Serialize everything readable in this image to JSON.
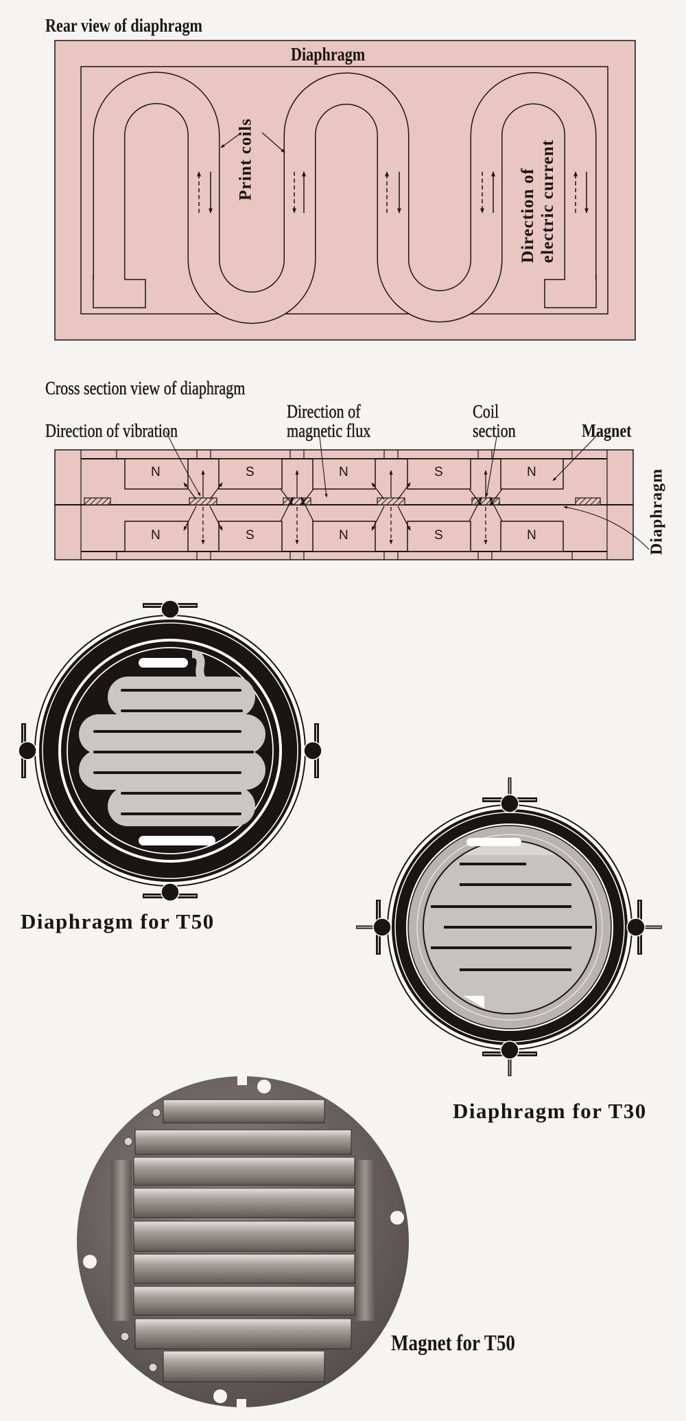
{
  "rear_view": {
    "title": "Rear view of diaphragm",
    "diaphragm_label": "Diaphragm",
    "print_coils_label": "Print coils",
    "current_label_line1": "Direction of",
    "current_label_line2": "electric current"
  },
  "cross_section": {
    "title": "Cross section view of diaphragm",
    "vibration_label": "Direction of vibration",
    "flux_label_line1": "Direction of",
    "flux_label_line2": "magnetic flux",
    "coil_label_line1": "Coil",
    "coil_label_line2": "section",
    "magnet_label": "Magnet",
    "diaphragm_label": "Diaphragm",
    "top_poles": [
      "N",
      "S",
      "N",
      "S",
      "N"
    ],
    "bottom_poles": [
      "N",
      "S",
      "N",
      "S",
      "N"
    ]
  },
  "captions": {
    "t50_diaphragm": "Diaphragm for T50",
    "t30_diaphragm": "Diaphragm for T30",
    "t50_magnet": "Magnet for T50"
  },
  "colors": {
    "pink": "#e9c6c1",
    "ink": "#1a1414",
    "paper": "#f6f4f2"
  }
}
